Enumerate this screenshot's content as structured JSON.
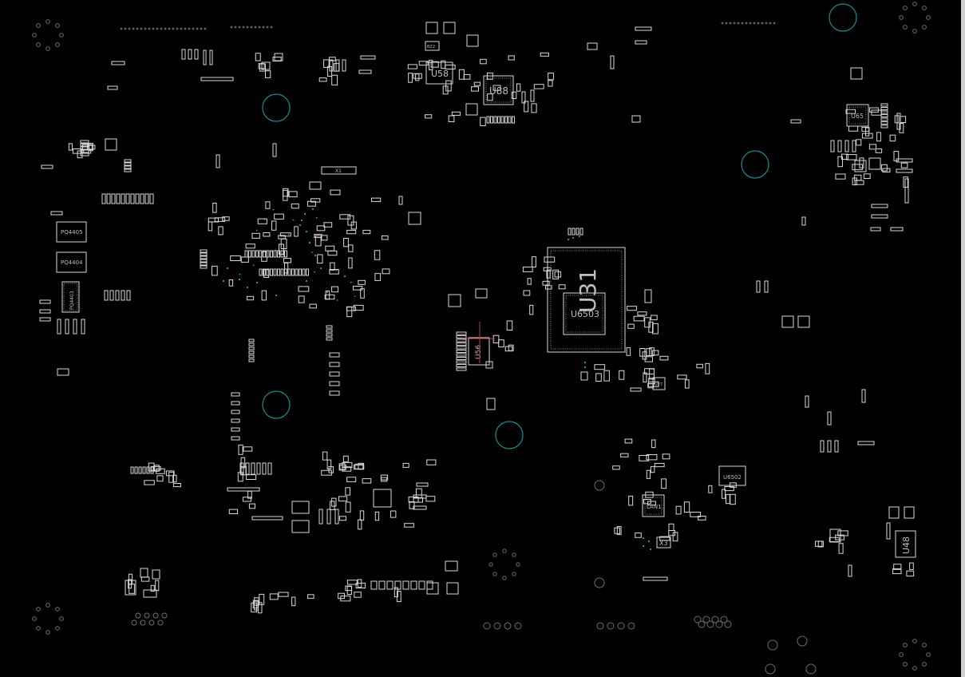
{
  "board": {
    "background": "#000000",
    "outline_color": "#d8d8d8",
    "mount_hole_color": "#1f8a8f",
    "via_color": "#1aa6b0",
    "marker_color": "#c23b3b"
  },
  "labels": {
    "u31": "U31",
    "u6503": "U6503",
    "u88": "U88",
    "u58": "U58",
    "u65": "U65",
    "u56": "U56",
    "u6502": "U6502",
    "u48": "U48",
    "lan1": "LAN1",
    "x3": "X3",
    "x1": "X1",
    "pq4405": "PQ4405",
    "pq4404": "PQ4404",
    "pq4403": "PQ4403",
    "u27": "U27",
    "bz2": "BZ2"
  }
}
